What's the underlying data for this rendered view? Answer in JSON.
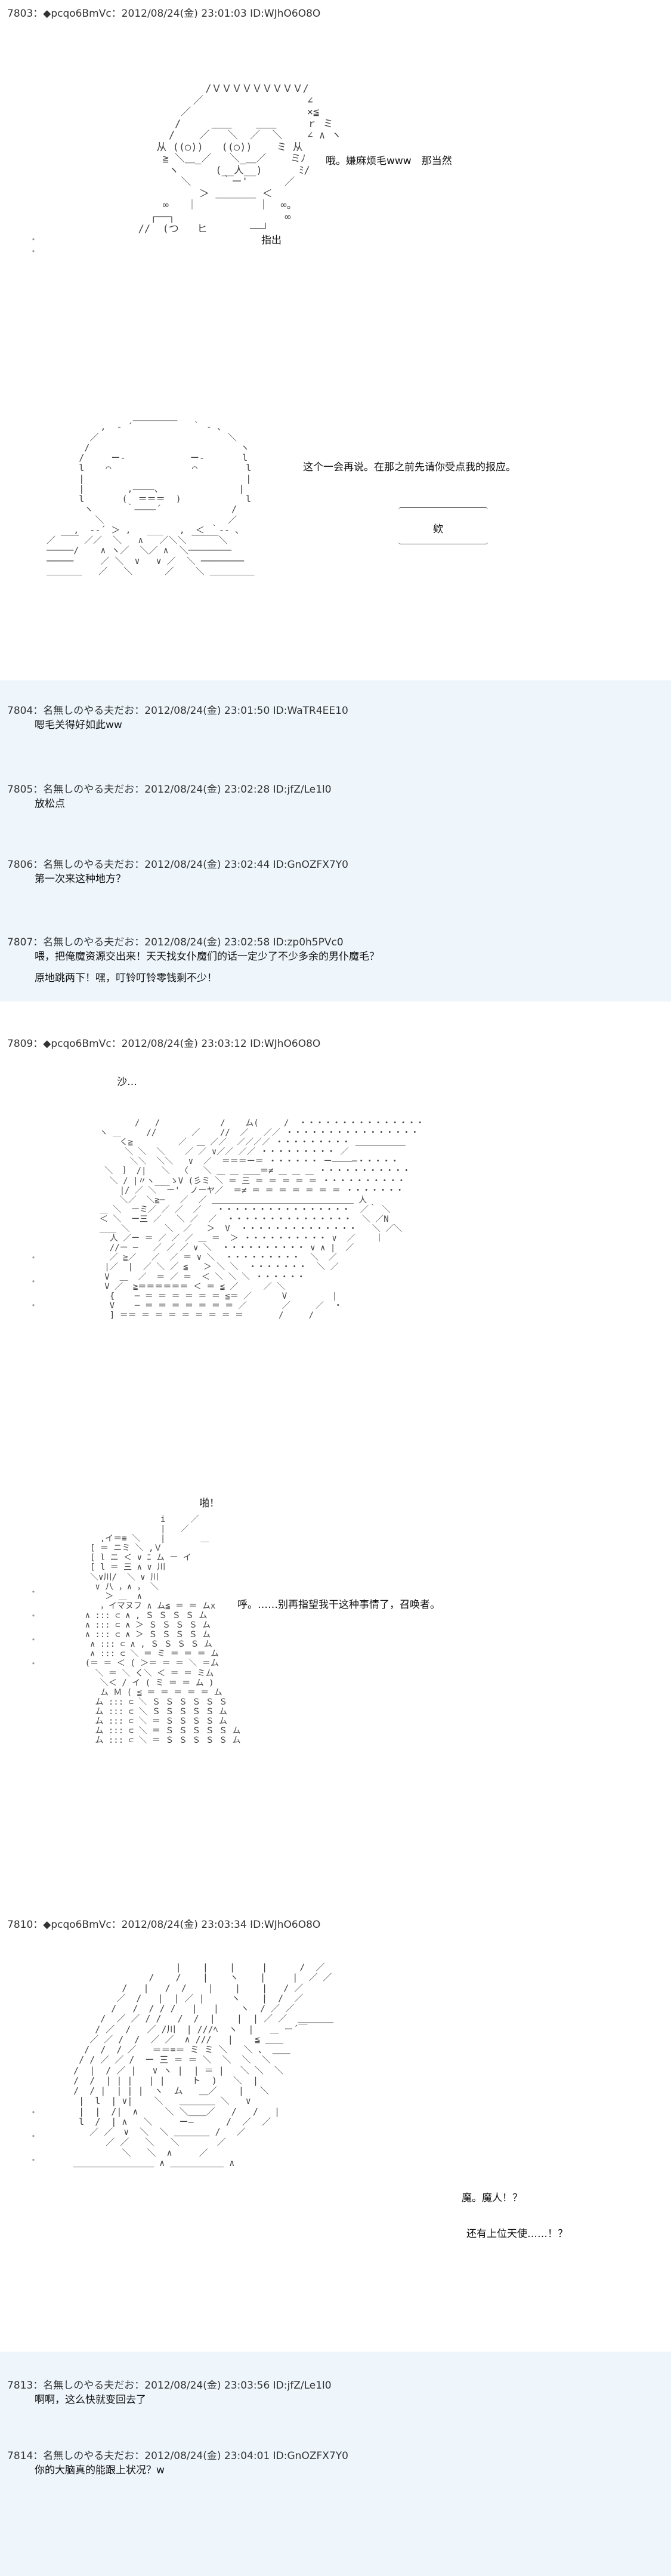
{
  "posts": [
    {
      "header": "7803：◆pcqo6BmVc：2012/08/24(金) 23:01:03 ID:WJhO6O8O",
      "lines": [
        "哦。嫌麻烦毛www　那当然",
        "指出"
      ]
    },
    {
      "lines": [
        "这个一会再说。在那之前先请你受点我的报应。",
        "欸"
      ]
    },
    {
      "header": "7804：名無しのやる夫だお：2012/08/24(金) 23:01:50 ID:WaTR4EE10",
      "lines": [
        "嗯毛关得好如此ww"
      ]
    },
    {
      "header": "7805：名無しのやる夫だお：2012/08/24(金) 23:02:28 ID:jfZ/Le1l0",
      "lines": [
        "放松点"
      ]
    },
    {
      "header": "7806：名無しのやる夫だお：2012/08/24(金) 23:02:44 ID:GnOZFX7Y0",
      "lines": [
        "第一次来这种地方？"
      ]
    },
    {
      "header": "7807：名無しのやる夫だお：2012/08/24(金) 23:02:58 ID:zp0h5PVc0",
      "lines": [
        "喂，把俺魔资源交出来！天天找女仆魔们的话一定少了不少多余的男仆魔毛？",
        "原地跳两下！嘿，叮铃叮铃零钱剩不少！"
      ]
    },
    {
      "header": "7809：◆pcqo6BmVc：2012/08/24(金) 23:03:12 ID:WJhO6O8O",
      "lines": [
        "沙…",
        "啪！",
        "呼。……别再指望我干这种事情了，召唤者。"
      ]
    },
    {
      "header": "7810：◆pcqo6BmVc：2012/08/24(金) 23:03:34 ID:WJhO6O8O",
      "lines": [
        "魔。魔人！？",
        "还有上位天使……！？"
      ]
    },
    {
      "header": "7813：名無しのやる夫だお：2012/08/24(金) 23:03:56 ID:jfZ/Le1l0",
      "lines": [
        "啊啊，这么快就变回去了"
      ]
    },
    {
      "header": "7814：名無しのやる夫だお：2012/08/24(金) 23:04:01 ID:GnOZFX7Y0",
      "lines": [
        "你的大脑真的能跟上状况？w"
      ]
    }
  ]
}
